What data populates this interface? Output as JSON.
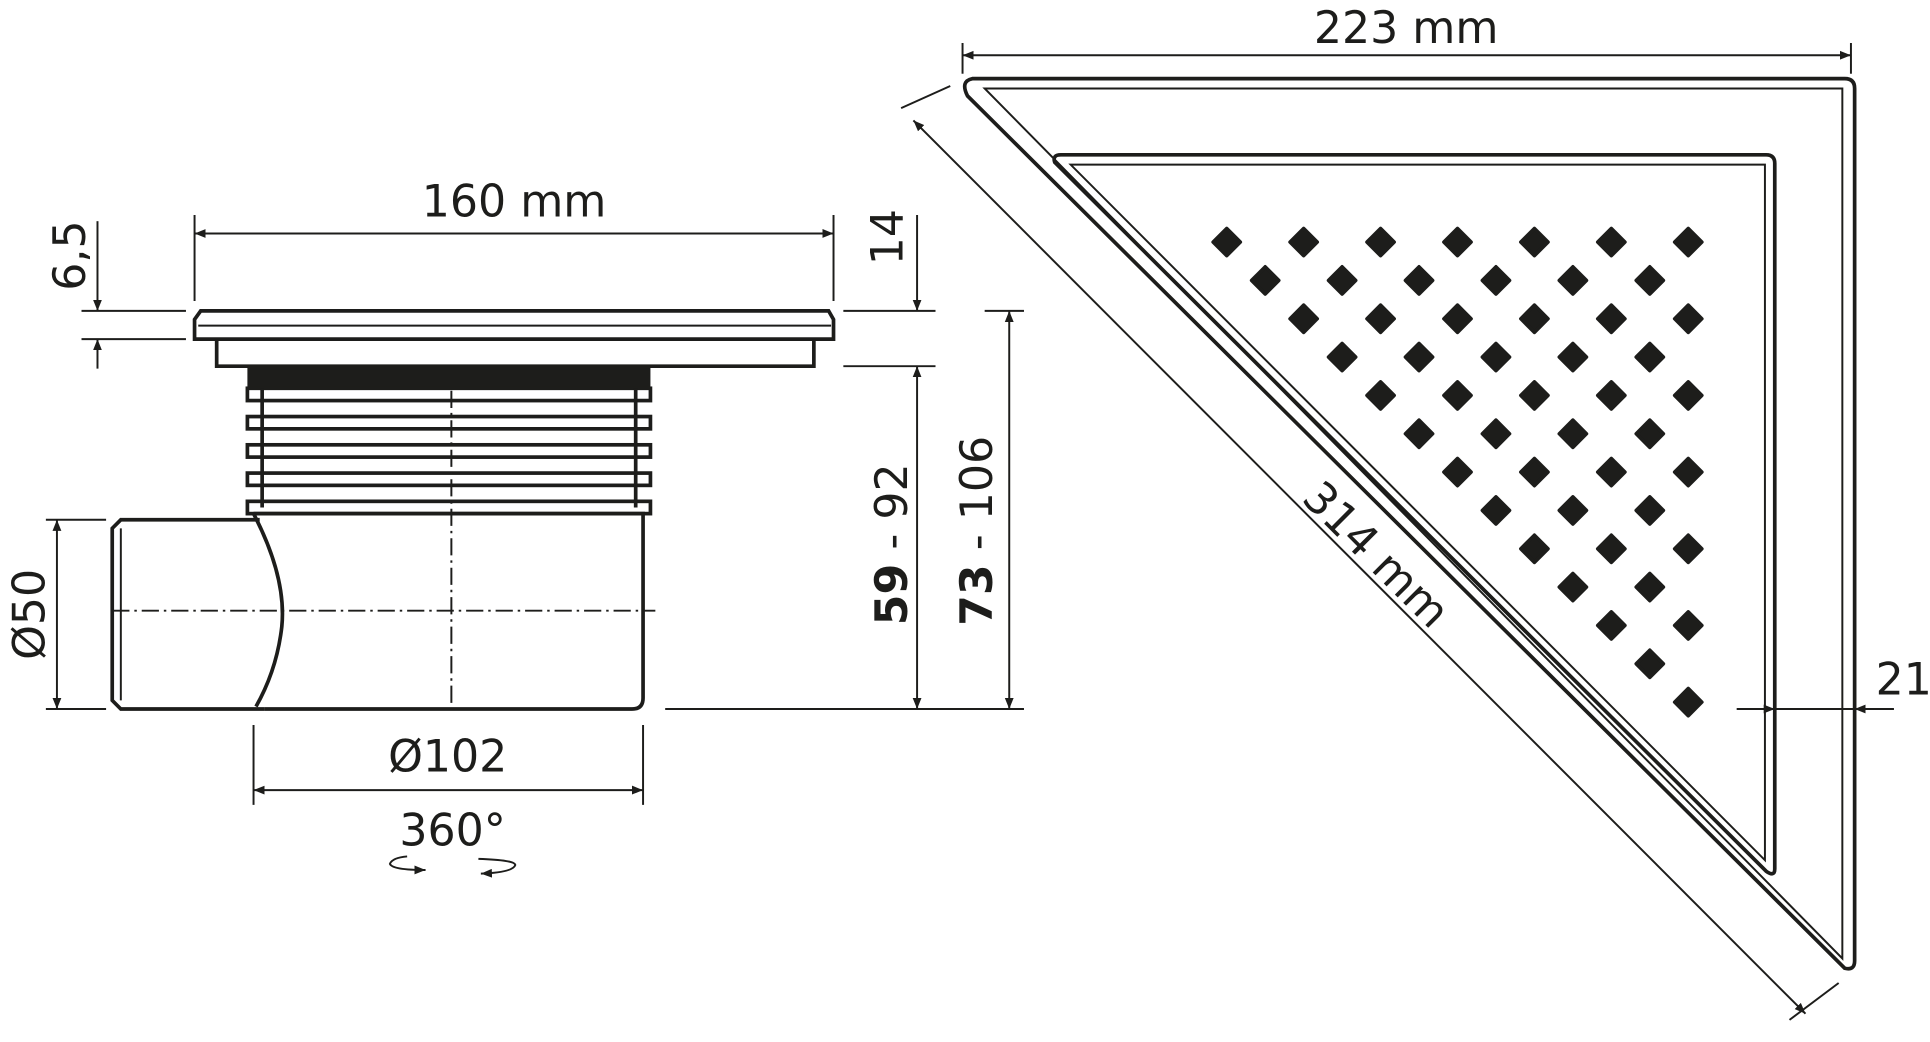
{
  "side_view": {
    "width_label": "160 mm",
    "frame_height_label": "6,5",
    "grate_height_label": "14",
    "body_height_label_min": "59",
    "body_height_label_rest": " - 92",
    "total_height_label_min": "73",
    "total_height_label_rest": " - 106",
    "outlet_diameter_label": "Ø50",
    "body_diameter_label": "Ø102",
    "rotation_label": "360°"
  },
  "top_view": {
    "width_label": "223 mm",
    "hypotenuse_label": "314 mm",
    "rim_width_label": "21"
  },
  "colors": {
    "line": "#1d1d1b",
    "background": "#ffffff"
  }
}
